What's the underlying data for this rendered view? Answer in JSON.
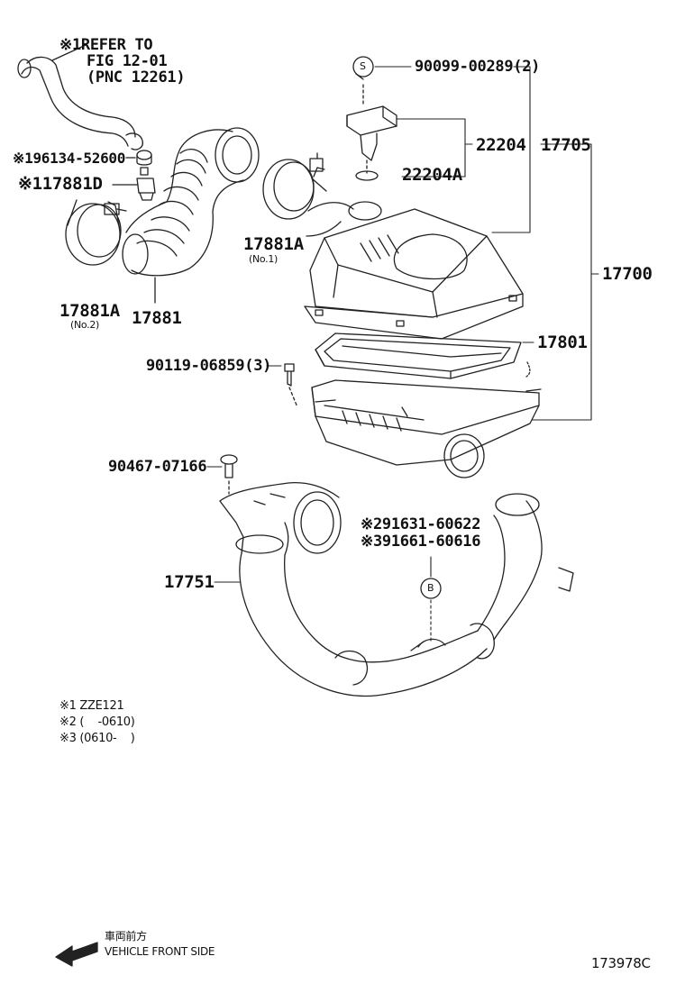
{
  "refer_note": {
    "line1": "※1REFER TO",
    "line2": "FIG 12-01",
    "line3": "(PNC 12261)"
  },
  "parts": {
    "p96134": "※196134-52600",
    "p17881D": "※117881D",
    "p17881A_no2": "17881A",
    "p17881A_no2_sub": "(No.2)",
    "p17881": "17881",
    "p17881A_no1": "17881A",
    "p17881A_no1_sub": "(No.1)",
    "p90099": "90099-00289(2)",
    "p22204": "22204",
    "p17705": "17705",
    "p22204A": "22204A",
    "p17700": "17700",
    "p17801": "17801",
    "p90119": "90119-06859(3)",
    "p90467": "90467-07166",
    "p91631": "※291631-60622",
    "p91661": "※391661-60616",
    "p17751": "17751",
    "symbol_s": "S",
    "symbol_b": "B"
  },
  "legend": {
    "l1": "※1 ZZE121",
    "l2": "※2 (    -0610)",
    "l3": "※3 (0610-    )"
  },
  "footer": {
    "jp_label": "車両前方",
    "en_label": "VEHICLE FRONT SIDE",
    "figure_id": "173978C"
  }
}
